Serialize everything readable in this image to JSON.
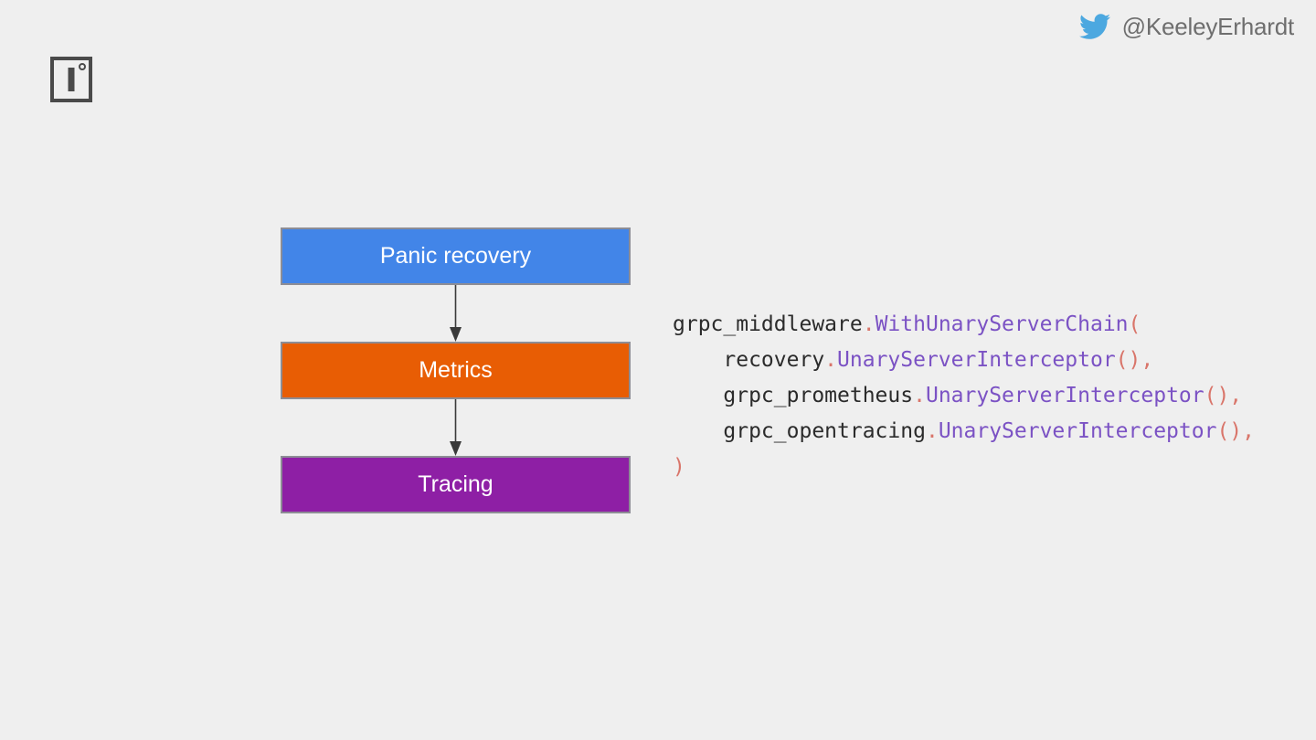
{
  "slide": {
    "background_color": "#efefef"
  },
  "branding": {
    "twitter_icon": "twitter-bird-icon",
    "handle": "@KeeleyErhardt",
    "handle_color": "#6e6e6e",
    "bird_color": "#4ca8e0",
    "logo_icon": "square-bar-dot-logo-icon",
    "logo_color": "#4a4a4a"
  },
  "diagram": {
    "type": "vertical-stack-flow",
    "connector_color": "#3a3a3a",
    "border_color": "#8d8d95",
    "boxes": [
      {
        "label": "Panic recovery",
        "color": "#4285e8",
        "variant": "blue"
      },
      {
        "label": "Metrics",
        "color": "#e85d04",
        "variant": "orange"
      },
      {
        "label": "Tracing",
        "color": "#8e1fa5",
        "variant": "purple"
      }
    ]
  },
  "code": {
    "language": "go",
    "colors": {
      "plain": "#2b2b2b",
      "punctuation": "#d9756a",
      "method": "#7b52c4"
    },
    "lines": [
      {
        "id": "line-1",
        "text": "grpc_middleware.WithUnaryServerChain(",
        "tokens": [
          {
            "t": "grpc_middleware",
            "c": "plain"
          },
          {
            "t": ".",
            "c": "punct"
          },
          {
            "t": "WithUnaryServerChain",
            "c": "method"
          },
          {
            "t": "(",
            "c": "punct"
          }
        ]
      },
      {
        "id": "line-2",
        "text": "    recovery.UnaryServerInterceptor(),",
        "tokens": [
          {
            "t": "    recovery",
            "c": "plain"
          },
          {
            "t": ".",
            "c": "punct"
          },
          {
            "t": "UnaryServerInterceptor",
            "c": "method"
          },
          {
            "t": "(),",
            "c": "punct"
          }
        ]
      },
      {
        "id": "line-3",
        "text": "    grpc_prometheus.UnaryServerInterceptor(),",
        "tokens": [
          {
            "t": "    grpc_prometheus",
            "c": "plain"
          },
          {
            "t": ".",
            "c": "punct"
          },
          {
            "t": "UnaryServerInterceptor",
            "c": "method"
          },
          {
            "t": "(),",
            "c": "punct"
          }
        ]
      },
      {
        "id": "line-4",
        "text": "    grpc_opentracing.UnaryServerInterceptor(),",
        "tokens": [
          {
            "t": "    grpc_opentracing",
            "c": "plain"
          },
          {
            "t": ".",
            "c": "punct"
          },
          {
            "t": "UnaryServerInterceptor",
            "c": "method"
          },
          {
            "t": "(),",
            "c": "punct"
          }
        ]
      },
      {
        "id": "line-5",
        "text": ")",
        "tokens": [
          {
            "t": ")",
            "c": "punct"
          }
        ]
      }
    ]
  }
}
